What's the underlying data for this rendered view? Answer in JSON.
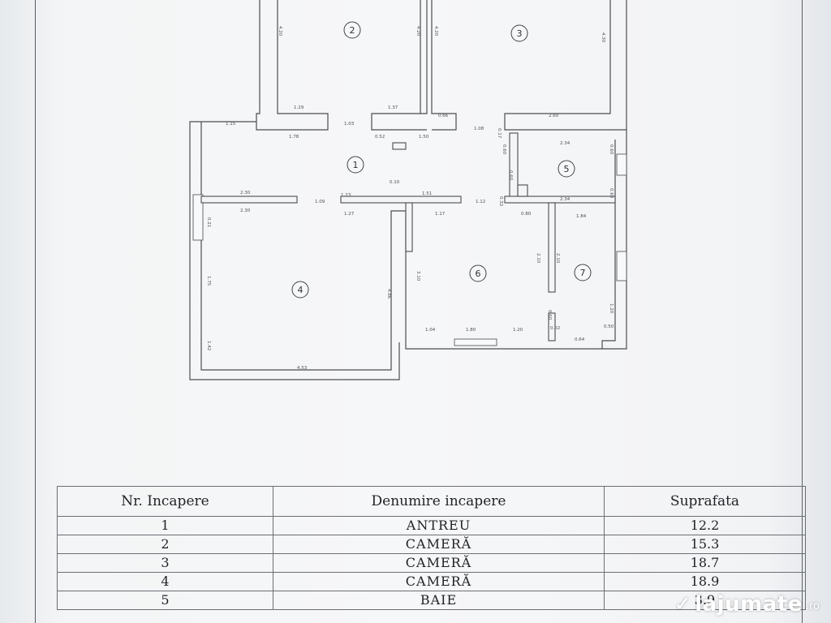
{
  "plan": {
    "room_numbers": [
      "1",
      "2",
      "3",
      "4",
      "5",
      "6",
      "7"
    ],
    "dimensions": [
      "4.20",
      "4.20",
      "4.20",
      "4.30",
      "1.29",
      "1.37",
      "0.66",
      "2.60",
      "1.15",
      "1.78",
      "1.03",
      "0.52",
      "1.50",
      "1.08",
      "0.17",
      "2.34",
      "0.60",
      "0.60",
      "0.60",
      "0.60",
      "2.34",
      "0.32",
      "0.10",
      "2.30",
      "1.09",
      "1.23",
      "1.51",
      "1.12",
      "2.30",
      "1.27",
      "1.17",
      "0.80",
      "1.84",
      "0.21",
      "1.75",
      "4.86",
      "3.10",
      "2.10",
      "2.10",
      "1.20",
      "1.42",
      "1.04",
      "1.80",
      "1.20",
      "0.02",
      "0.60",
      "4.53",
      "0.64",
      "0.50"
    ]
  },
  "table": {
    "headers": [
      "Nr. Incapere",
      "Denumire incapere",
      "Suprafata"
    ],
    "rows": [
      [
        "1",
        "ANTREU",
        "12.2"
      ],
      [
        "2",
        "CAMERĂ",
        "15.3"
      ],
      [
        "3",
        "CAMERĂ",
        "18.7"
      ],
      [
        "4",
        "CAMERĂ",
        "18.9"
      ],
      [
        "5",
        "BAIE",
        "3.9"
      ]
    ]
  },
  "watermark": {
    "name": "lajumate",
    "tld": ".ro"
  }
}
